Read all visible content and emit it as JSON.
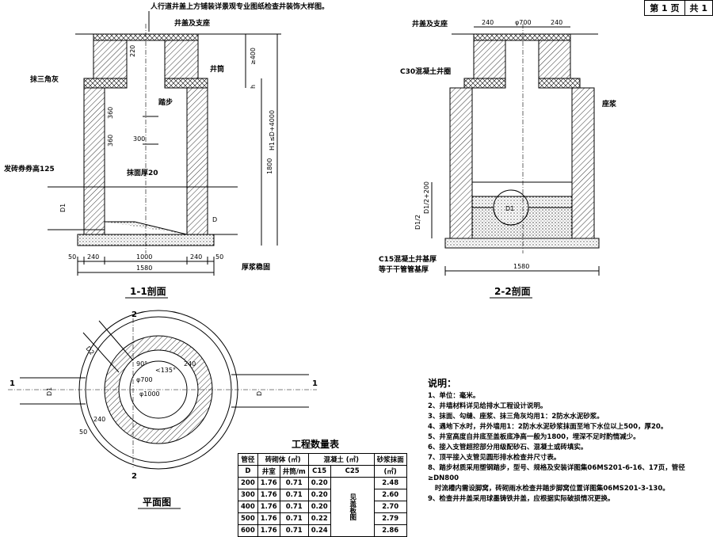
{
  "page": {
    "page_no": "第 1 页",
    "page_total": "共 1"
  },
  "section11": {
    "top_note": "人行道井盖上方铺装详景观专业图纸检查井装饰大样图。",
    "cover_label": "井盖及支座",
    "shaft_label": "井筒",
    "fillet_label": "抹三角灰",
    "step_label": "踏步",
    "arch_label": "发砖券券高125",
    "plaster_label": "抹面厚20",
    "base_label": "厚浆稳固",
    "dim_220": "220",
    "dim_ge400": "≥400",
    "dim_h": "h",
    "dim_360a": "360",
    "dim_360b": "360",
    "dim_300": "300",
    "dim_1800": "1800",
    "dim_h1": "H1≤D+4000",
    "dim_d1": "D1",
    "dim_d": "D",
    "bottom_dims": [
      "50",
      "240",
      "1000",
      "240",
      "50"
    ],
    "total_width": "1580",
    "caption": "1-1剖面"
  },
  "section22": {
    "cover_label": "井盖及支座",
    "ring_label": "C30混凝土井圈",
    "bed_label": "座浆",
    "top_dims": [
      "240",
      "φ700",
      "240"
    ],
    "dim_d1_2": "D1/2",
    "dim_d1_200": "D1/2+200",
    "pipe_label": "D1",
    "base_label_1": "C15混凝土井基厚",
    "base_label_2": "等于干管管基厚",
    "total_width": "1580",
    "caption": "2-2剖面"
  },
  "plan": {
    "marker_2": "2",
    "marker_1": "1",
    "d2": "D2",
    "d1": "D1",
    "d": "D",
    "angle_90": "90°",
    "angle_135": "<135°",
    "dia_700": "φ700",
    "dia_1000": "φ1000",
    "dim_240a": "240",
    "dim_240b": "240",
    "dim_50": "50",
    "caption": "平面图"
  },
  "table": {
    "title": "工程数量表",
    "head1": [
      "管径",
      "砖砌体 (㎥)",
      "混凝土 (㎥)",
      "砂浆抹面"
    ],
    "head2": [
      "D",
      "井室",
      "井筒/m",
      "C15",
      "C25",
      "(㎡)"
    ],
    "c25_note": "见盖板图",
    "rows": [
      [
        "200",
        "1.76",
        "0.71",
        "0.20",
        "2.48"
      ],
      [
        "300",
        "1.76",
        "0.71",
        "0.20",
        "2.60"
      ],
      [
        "400",
        "1.76",
        "0.71",
        "0.20",
        "2.70"
      ],
      [
        "500",
        "1.76",
        "0.71",
        "0.22",
        "2.79"
      ],
      [
        "600",
        "1.76",
        "0.71",
        "0.24",
        "2.86"
      ]
    ]
  },
  "notes": {
    "title": "说明：",
    "items": [
      "1、单位：毫米。",
      "2、井墙材料详见给排水工程设计说明。",
      "3、抹面、勾缝、座浆、抹三角灰均用1：2防水水泥砂浆。",
      "4、遇地下水时，井外墙用1：2防水水泥砂浆抹面至地下水位以上500，厚20。",
      "5、井室高度自井底至盖板底净高一般为1800，埋深不足时酌情减少。",
      "6、接入支管超挖部分用级配砂石、混凝土或砖填实。",
      "7、顶平接入支管见圆形排水检查井尺寸表。",
      "8、踏步材质采用塑钢踏步，型号、规格及安装详图集06MS201-6-16、17页，管径≥DN800",
      "   时流槽内需设脚窝，砖砌雨水检查井踏步脚窝位置详图集06MS201-3-130。",
      "9、检查井井盖采用球墨铸铁井盖，应根据实际破损情况更换。"
    ]
  }
}
